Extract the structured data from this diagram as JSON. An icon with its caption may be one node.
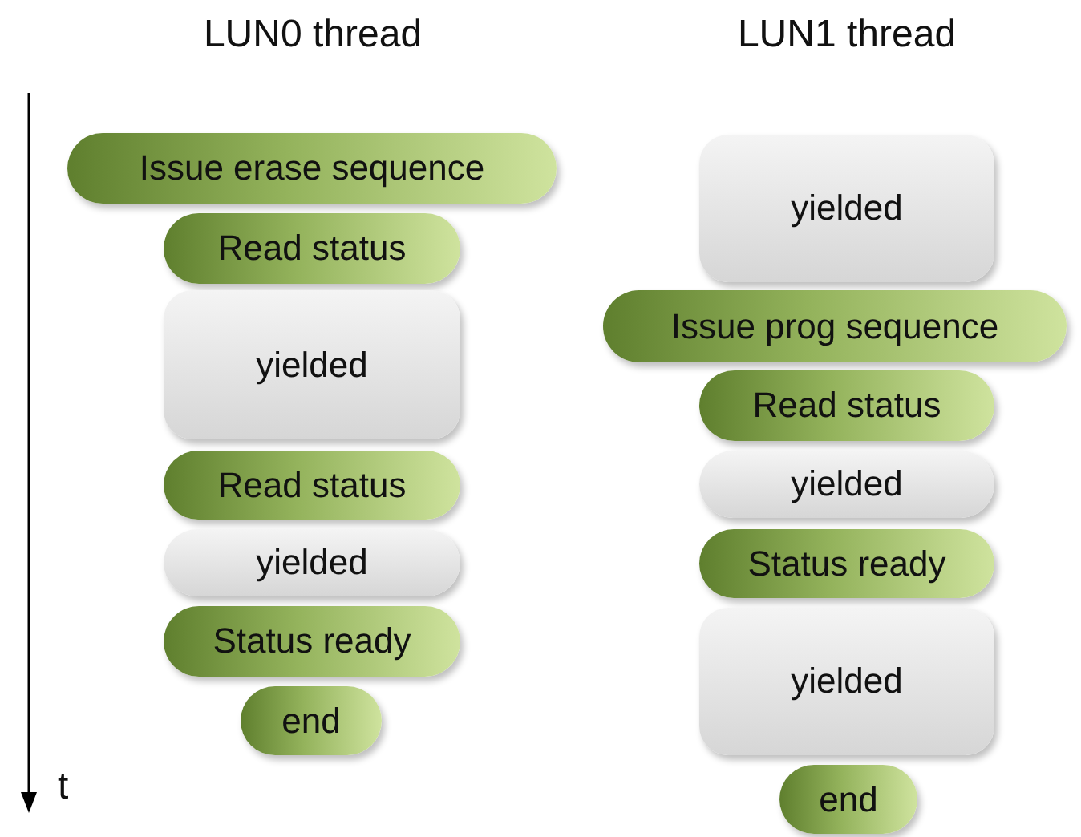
{
  "diagram": {
    "nodes": [
      {
        "text": [
          "Issue erase sequence"
        ]
      },
      {
        "text": [
          "Read status"
        ]
      },
      {
        "text": [
          "yielded"
        ]
      },
      {
        "text": [
          "Read status"
        ]
      },
      {
        "text": [
          "yielded"
        ]
      },
      {
        "text": [
          "Status ready"
        ]
      },
      {
        "text": [
          "end"
        ]
      },
      {
        "text": [
          "yielded"
        ]
      },
      {
        "text": [
          "Issue prog sequence"
        ]
      },
      {
        "text": [
          "Read status"
        ]
      },
      {
        "text": [
          "yielded"
        ]
      },
      {
        "text": [
          "Status ready"
        ]
      },
      {
        "text": [
          "yielded"
        ]
      },
      {
        "text": [
          "end"
        ]
      }
    ],
    "labels": [
      "LUN0 thread",
      "LUN1 thread",
      "t"
    ]
  }
}
